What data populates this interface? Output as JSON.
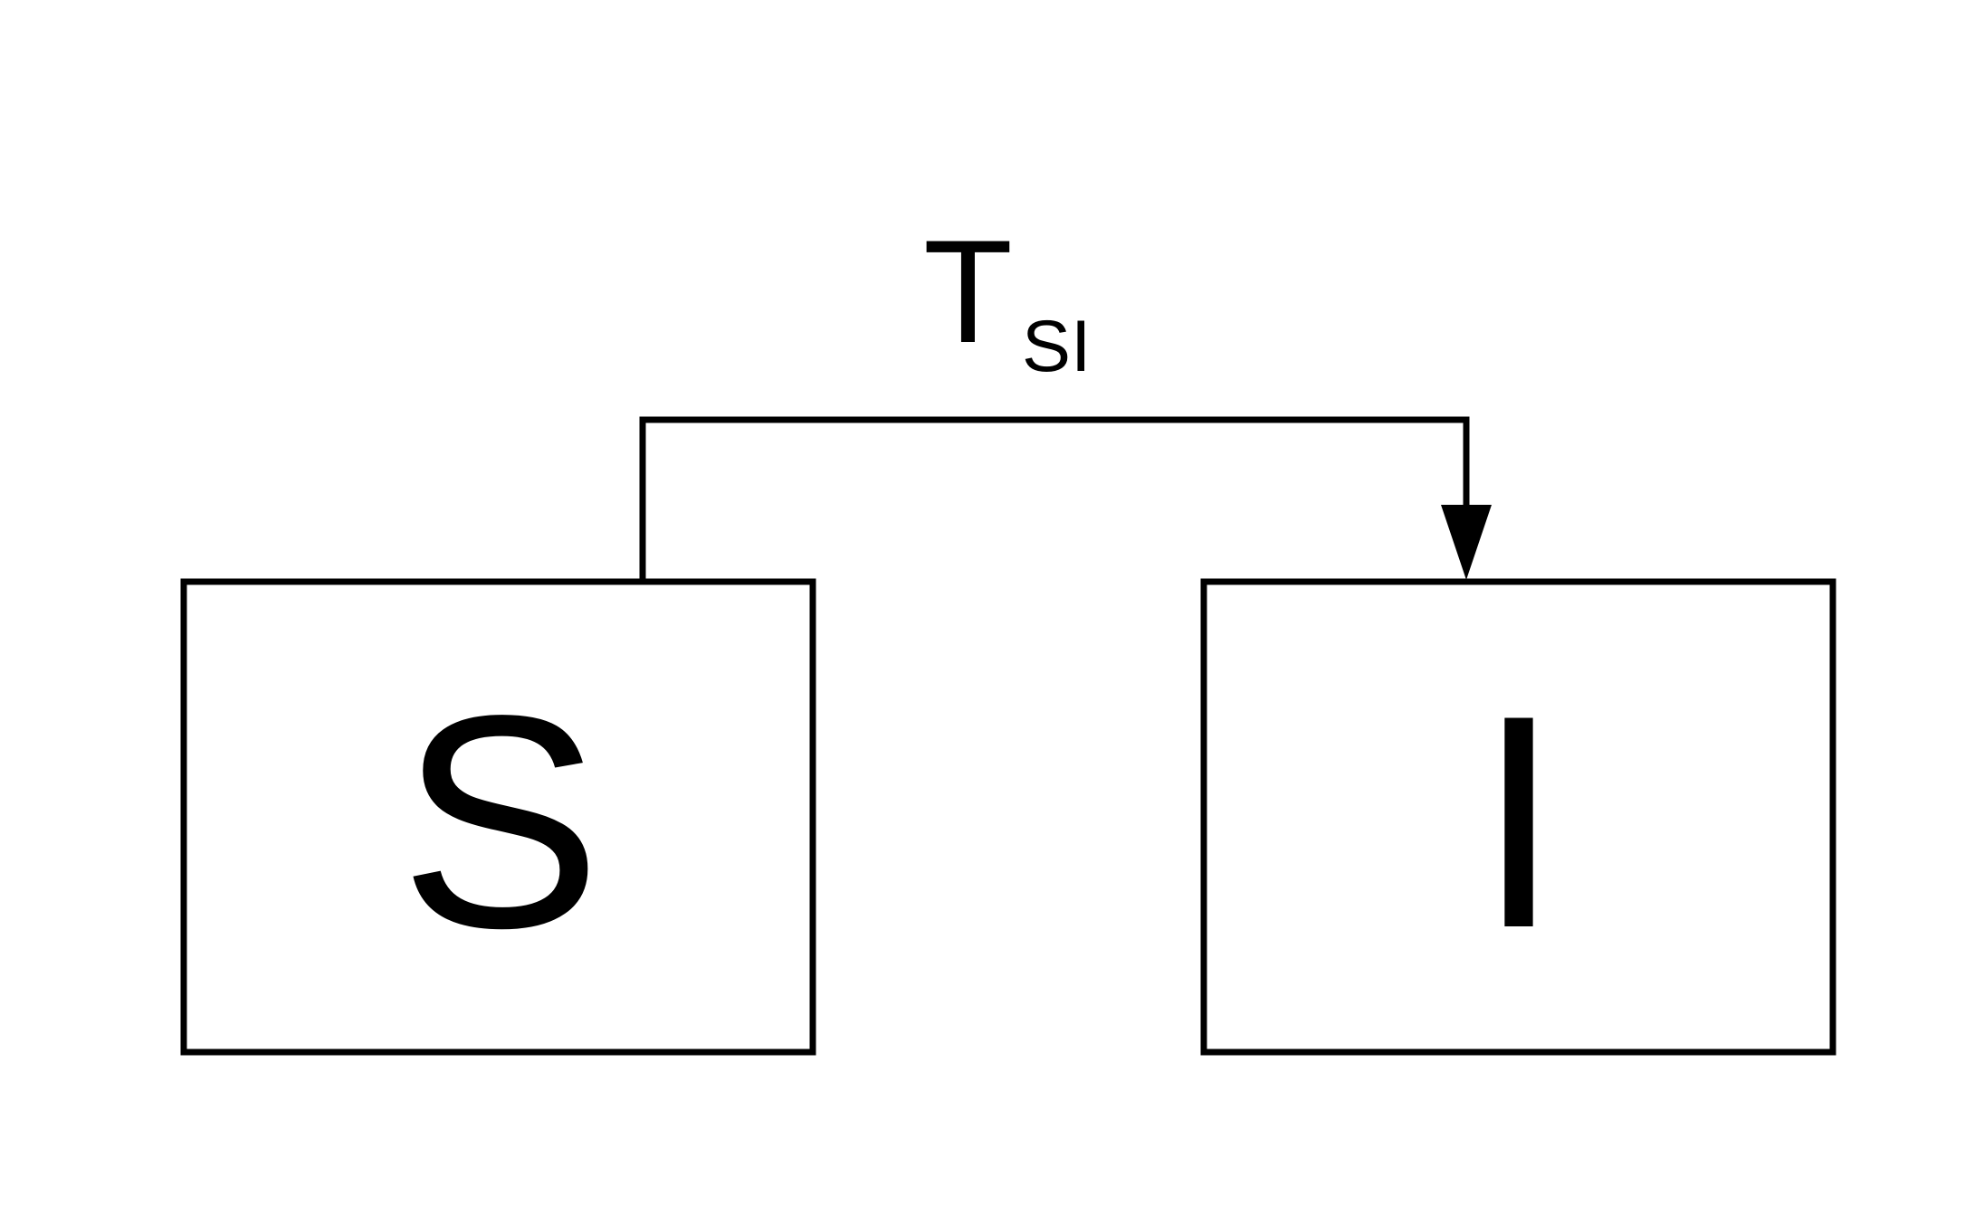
{
  "diagram": {
    "colors": {
      "stroke": "#000000",
      "background": "#ffffff"
    },
    "nodes": [
      {
        "id": "S",
        "label": "S"
      },
      {
        "id": "I",
        "label": "I"
      }
    ],
    "edges": [
      {
        "from": "S",
        "to": "I",
        "label_main": "T",
        "label_subscript": "SI"
      }
    ]
  }
}
